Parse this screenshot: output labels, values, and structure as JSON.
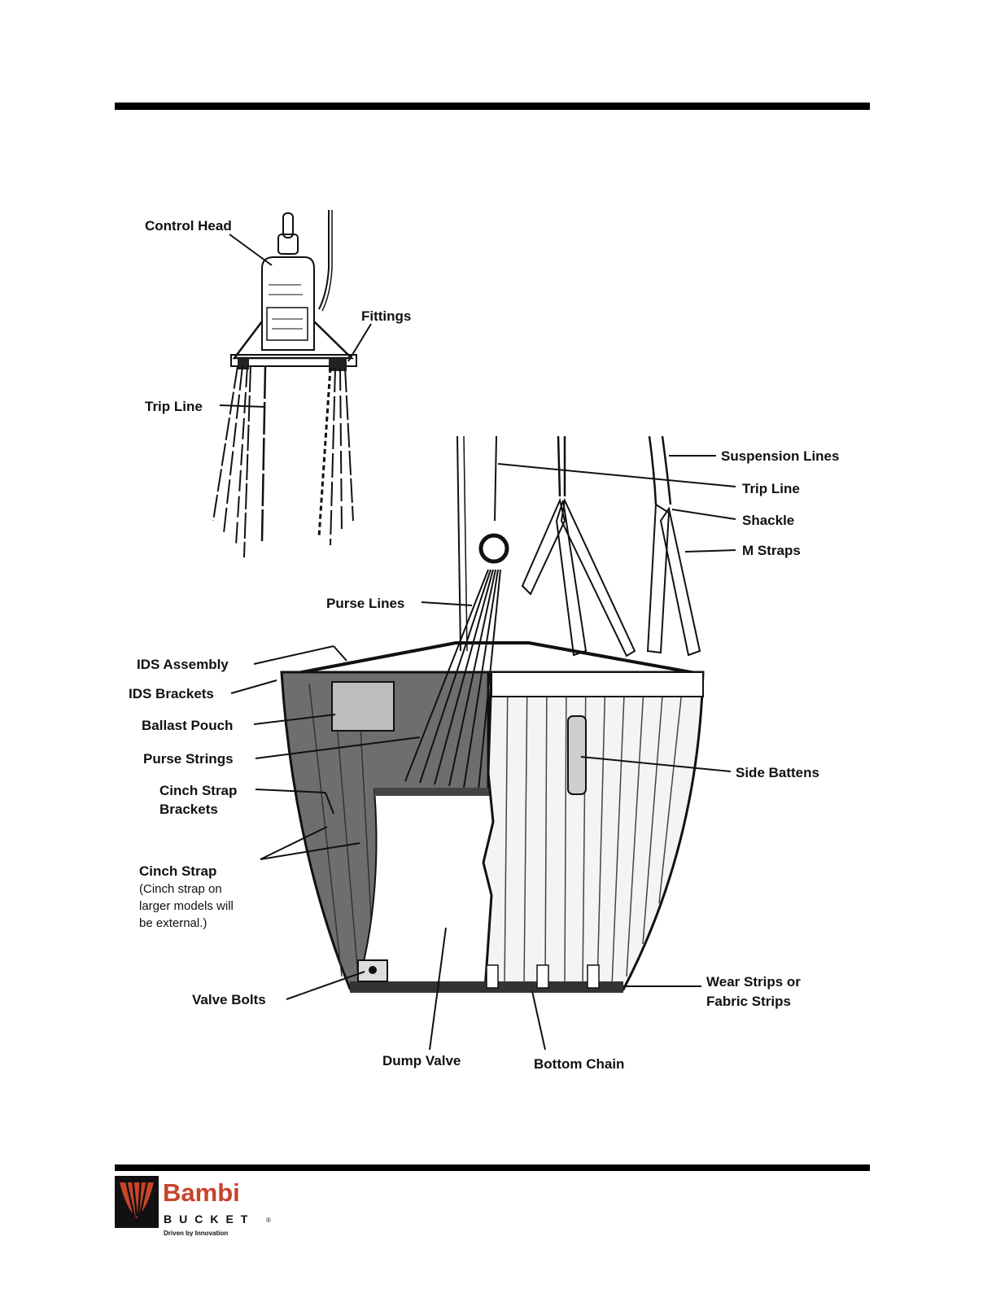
{
  "labels": {
    "control_head": "Control Head",
    "fittings": "Fittings",
    "trip_line_top": "Trip Line",
    "suspension_lines": "Suspension Lines",
    "trip_line": "Trip Line",
    "shackle": "Shackle",
    "m_straps": "M Straps",
    "purse_lines": "Purse Lines",
    "ids_assembly": "IDS Assembly",
    "ids_brackets": "IDS Brackets",
    "ballast_pouch": "Ballast Pouch",
    "purse_strings": "Purse Strings",
    "cinch_strap_brackets_1": "Cinch Strap",
    "cinch_strap_brackets_2": "Brackets",
    "side_battens": "Side Battens",
    "cinch_strap": "Cinch Strap",
    "cinch_note_1": "(Cinch strap on",
    "cinch_note_2": "larger models will",
    "cinch_note_3": "be external.)",
    "valve_bolts": "Valve Bolts",
    "wear_strips_1": "Wear Strips or",
    "wear_strips_2": "Fabric Strips",
    "dump_valve": "Dump Valve",
    "bottom_chain": "Bottom Chain"
  },
  "logo": {
    "word": "Bambi",
    "sub": "BUCKET",
    "reg": "®",
    "tagline": "Driven by Innovation",
    "brand_color": "#c8442a"
  }
}
